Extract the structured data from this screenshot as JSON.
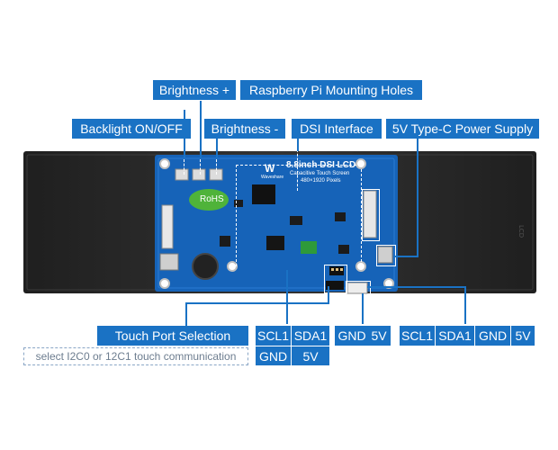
{
  "labels": {
    "brightness_plus": "Brightness +",
    "rpi_mounting_holes": "Raspberry Pi Mounting Holes",
    "backlight": "Backlight ON/OFF",
    "brightness_minus": "Brightness -",
    "dsi": "DSI Interface",
    "power": "5V Type-C Power Supply",
    "touch_port": "Touch Port Selection",
    "touch_note": "select I2C0 or 12C1 touch communication"
  },
  "pin_groups": {
    "left": {
      "row1": [
        "SCL1",
        "SDA1"
      ],
      "row2": [
        "GND",
        "5V"
      ]
    },
    "middle": [
      "GND",
      "5V"
    ],
    "right": [
      "SCL1",
      "SDA1",
      "GND",
      "5V"
    ]
  },
  "board": {
    "title": "8.8inch DSI LCD",
    "subtitle": "Capacitive Touch Screen",
    "resolution": "480×1920 Pixels",
    "brand": "Waveshare",
    "rohs": "RoHS"
  },
  "colors": {
    "accent": "#1a72c4",
    "pcb": "#1663b8",
    "panel": "#2b2b2b"
  }
}
